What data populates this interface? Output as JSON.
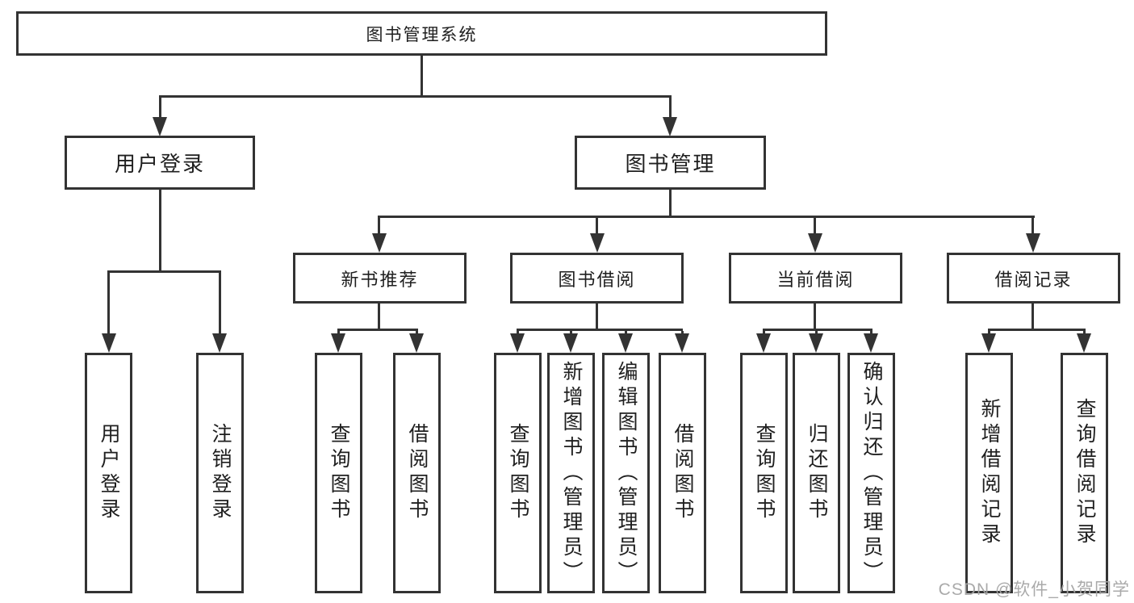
{
  "diagram": {
    "root_label": "图书管理系统",
    "level2": {
      "user_login": "用户登录",
      "book_management": "图书管理"
    },
    "level3": {
      "new_books": "新书推荐",
      "book_borrowing": "图书借阅",
      "current_borrowing": "当前借阅",
      "borrowing_records": "借阅记录"
    },
    "leaves": {
      "user_login": [
        "用户登录",
        "注销登录"
      ],
      "new_books": [
        "查询图书",
        "借阅图书"
      ],
      "book_borrowing": [
        "查询图书",
        "新增图书（管理员）",
        "编辑图书（管理员）",
        "借阅图书"
      ],
      "current_borrowing": [
        "查询图书",
        "归还图书",
        "确认归还（管理员）"
      ],
      "borrowing_records": [
        "新增借阅记录",
        "查询借阅记录"
      ]
    }
  },
  "watermark": {
    "text": "CSDN @软件_小贺同学"
  },
  "colors": {
    "line": "#333333",
    "text": "#1f1f1f",
    "background": "#ffffff",
    "watermark": "#a5a5a5"
  }
}
